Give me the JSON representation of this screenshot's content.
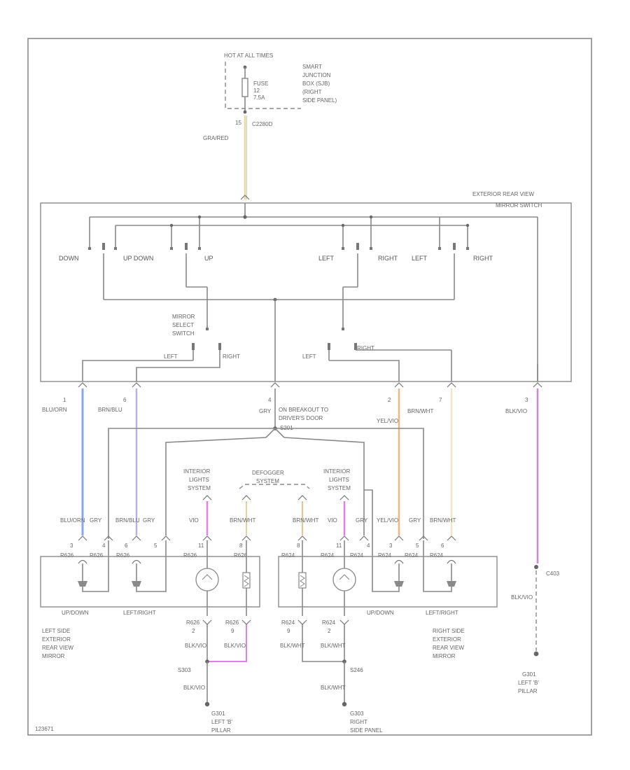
{
  "power_source": {
    "lines": [
      "HOT AT ALL TIMES",
      "",
      ""
    ],
    "junction_box": [
      "SMART",
      "JUNCTION",
      "BOX (SJB)",
      "(RIGHT",
      "SIDE PANEL)"
    ],
    "fuse": [
      "FUSE",
      "12",
      "7.5A"
    ]
  },
  "feed_wire": {
    "pin": "15",
    "connector": "C2280D",
    "color": "GRA/RED"
  },
  "switch_module": {
    "name_lines": [
      "EXTERIOR REAR VIEW",
      "MIRROR SWITCH"
    ]
  },
  "direction_labels": {
    "down_1": "DOWN",
    "up_down": "UP DOWN",
    "up": "UP",
    "left_1": "LEFT",
    "right_1": "RIGHT",
    "left_2": "LEFT",
    "right_2": "RIGHT"
  },
  "select_switch": {
    "name_lines": [
      "MIRROR",
      "SELECT",
      "SWITCH"
    ],
    "left_a": "LEFT",
    "right_a": "RIGHT",
    "left_b": "LEFT",
    "right_b": "RIGHT"
  },
  "switch_outputs": [
    {
      "pin": "1",
      "color": "BLU/ORN",
      "wire_color": "#8aa6f0"
    },
    {
      "pin": "6",
      "color": "BRN/BLU",
      "wire_color": "#b8b0e6"
    },
    {
      "pin": "4",
      "color": "GRY"
    },
    {
      "pin": "2",
      "color": "YEL/VIO",
      "wire_color": "#f6b27a"
    },
    {
      "pin": "7",
      "color": "BRN/WHT",
      "wire_color": "#efe7c2"
    },
    {
      "pin": "3",
      "color": "BLK/VIO",
      "wire_color": "#c88bd8"
    }
  ],
  "breakout_note": [
    "ON BREAKOUT TO",
    "DRIVER'S DOOR"
  ],
  "breakout_splice": "S201",
  "interior_lights_left": [
    "INTERIOR",
    "LIGHTS",
    "SYSTEM"
  ],
  "defogger": [
    "DEFOGGER",
    "SYSTEM"
  ],
  "interior_lights_right": [
    "INTERIOR",
    "LIGHTS",
    "SYSTEM"
  ],
  "left_mirror": {
    "wires": [
      {
        "pin": "3",
        "connector": "R626",
        "color": "BLU/ORN"
      },
      {
        "pin": "4",
        "connector": "R626",
        "color": "GRY"
      },
      {
        "pin": "6",
        "connector": "R626",
        "color": "BRN/BLU"
      },
      {
        "pin": "5",
        "connector": "",
        "color": "GRY"
      },
      {
        "pin": "11",
        "connector": "R626",
        "color": "VIO"
      },
      {
        "pin": "8",
        "connector": "R626",
        "color": "BRN/WHT"
      }
    ],
    "motor_labels": [
      "UP/DOWN",
      "LEFT/RIGHT"
    ],
    "name_lines": [
      "LEFT SIDE",
      "EXTERIOR",
      "REAR VIEW",
      "MIRROR"
    ],
    "ground_pins": [
      {
        "pin": "2",
        "connector": "R626",
        "color": "BLK/VIO"
      },
      {
        "pin": "9",
        "connector": "R626",
        "color": "BLK/VIO"
      }
    ],
    "splice": "S303",
    "after_splice_color": "BLK/VIO",
    "ground_name": [
      "G301",
      "LEFT 'B'",
      "PILLAR"
    ]
  },
  "right_mirror": {
    "wires": [
      {
        "pin": "8",
        "connector": "R624",
        "color": "BRN/WHT"
      },
      {
        "pin": "11",
        "connector": "R624",
        "color": "VIO"
      },
      {
        "pin": "4",
        "connector": "R624",
        "color": "GRY"
      },
      {
        "pin": "3",
        "connector": "R624",
        "color": "YEL/VIO"
      },
      {
        "pin": "5",
        "connector": "R624",
        "color": "GRY"
      },
      {
        "pin": "6",
        "connector": "R624",
        "color": "BRN/WHT"
      }
    ],
    "motor_labels": [
      "UP/DOWN",
      "LEFT/RIGHT"
    ],
    "name_lines": [
      "RIGHT SIDE",
      "EXTERIOR",
      "REAR VIEW",
      "MIRROR"
    ],
    "ground_pins": [
      {
        "pin": "9",
        "connector": "R624",
        "color": "BLK/WHT"
      },
      {
        "pin": "2",
        "connector": "R624",
        "color": "BLK/WHT"
      }
    ],
    "splice": "S246",
    "after_splice_color": "BLK/WHT",
    "ground_name": [
      "G303",
      "RIGHT",
      "SIDE PANEL"
    ]
  },
  "right_ground": {
    "connector": "C403",
    "color": "BLK/VIO",
    "ground_name": [
      "G301",
      "LEFT 'B'",
      "PILLAR"
    ]
  },
  "figure_id": "123671"
}
